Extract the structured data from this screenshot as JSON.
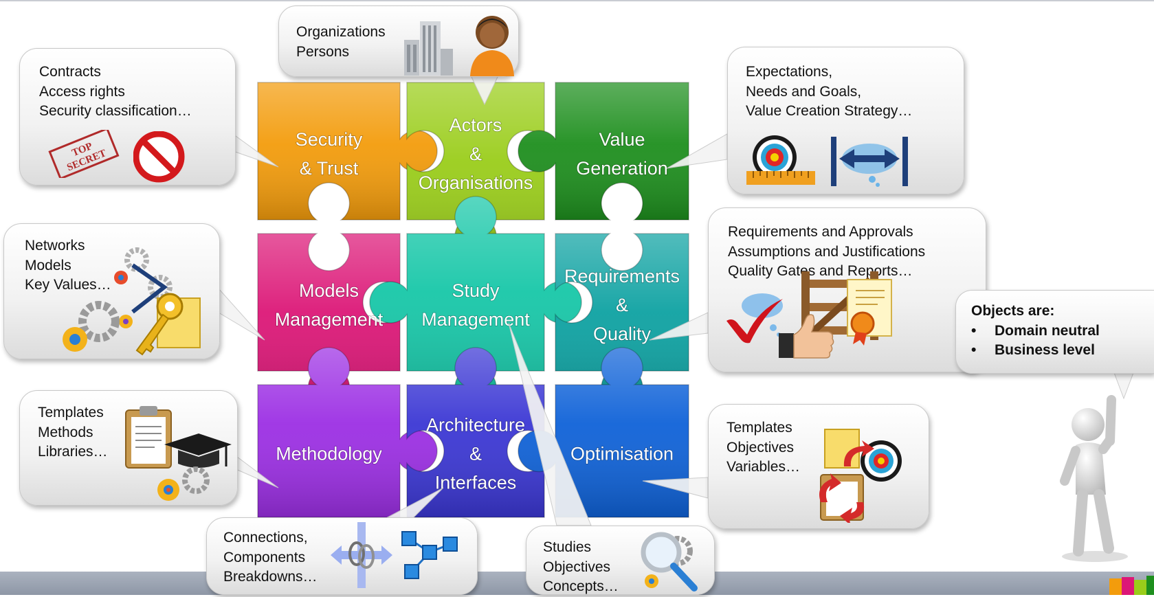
{
  "pieces": [
    {
      "key": "security",
      "lines": [
        "Security",
        "& Trust"
      ],
      "color": "#f39c0c"
    },
    {
      "key": "actors",
      "lines": [
        "Actors",
        "&",
        "Organisations"
      ],
      "color": "#9acd1a"
    },
    {
      "key": "value",
      "lines": [
        "Value",
        "Generation"
      ],
      "color": "#1e8f1e"
    },
    {
      "key": "models",
      "lines": [
        "Models",
        "Management"
      ],
      "color": "#dc1777"
    },
    {
      "key": "study",
      "lines": [
        "Study",
        "Management"
      ],
      "color": "#17c7a8"
    },
    {
      "key": "requirements",
      "lines": [
        "Requirements",
        "&",
        "Quality"
      ],
      "color": "#0ea2a2"
    },
    {
      "key": "methodology",
      "lines": [
        "Methodology"
      ],
      "color": "#9c2fe4"
    },
    {
      "key": "architecture",
      "lines": [
        "Architecture",
        "&",
        "Interfaces"
      ],
      "color": "#3b37d4"
    },
    {
      "key": "optimisation",
      "lines": [
        "Optimisation"
      ],
      "color": "#0f62d8"
    }
  ],
  "bubbles": {
    "organizations": [
      "Organizations",
      "Persons"
    ],
    "contracts": [
      "Contracts",
      "Access rights",
      "Security classification…"
    ],
    "expectations": [
      "Expectations,",
      "Needs and Goals,",
      "Value Creation Strategy…"
    ],
    "networks": [
      "Networks",
      "Models",
      "Key Values…"
    ],
    "requirements": [
      "Requirements and Approvals",
      "Assumptions and Justifications",
      "Quality Gates and Reports…"
    ],
    "templates_left": [
      "Templates",
      "Methods",
      "Libraries…"
    ],
    "templates_right": [
      "Templates",
      "Objectives",
      "Variables…"
    ],
    "connections": [
      "Connections,",
      "Components",
      "Breakdowns…"
    ],
    "studies": [
      "Studies",
      "Objectives",
      "Concepts…"
    ]
  },
  "objects_note": {
    "heading": "Objects are:",
    "bullet_symbol": "•",
    "items": [
      "Domain neutral",
      "Business level"
    ]
  },
  "stamp_text": [
    "TOP",
    "SECRET"
  ],
  "icons": [
    "building-icon",
    "person-icon",
    "top-secret-stamp-icon",
    "prohibited-icon",
    "target-icon",
    "ruler-icon",
    "range-arrows-icon",
    "gears-icon",
    "key-icon",
    "checkmark-cloud-icon",
    "thumbs-up-icon",
    "gate-icon",
    "certificate-icon",
    "clipboard-icon",
    "graduation-cap-icon",
    "refresh-arrows-icon",
    "link-arrows-icon",
    "network-nodes-icon",
    "magnifier-icon",
    "stick-figure-icon",
    "puzzle-logo-icon"
  ]
}
